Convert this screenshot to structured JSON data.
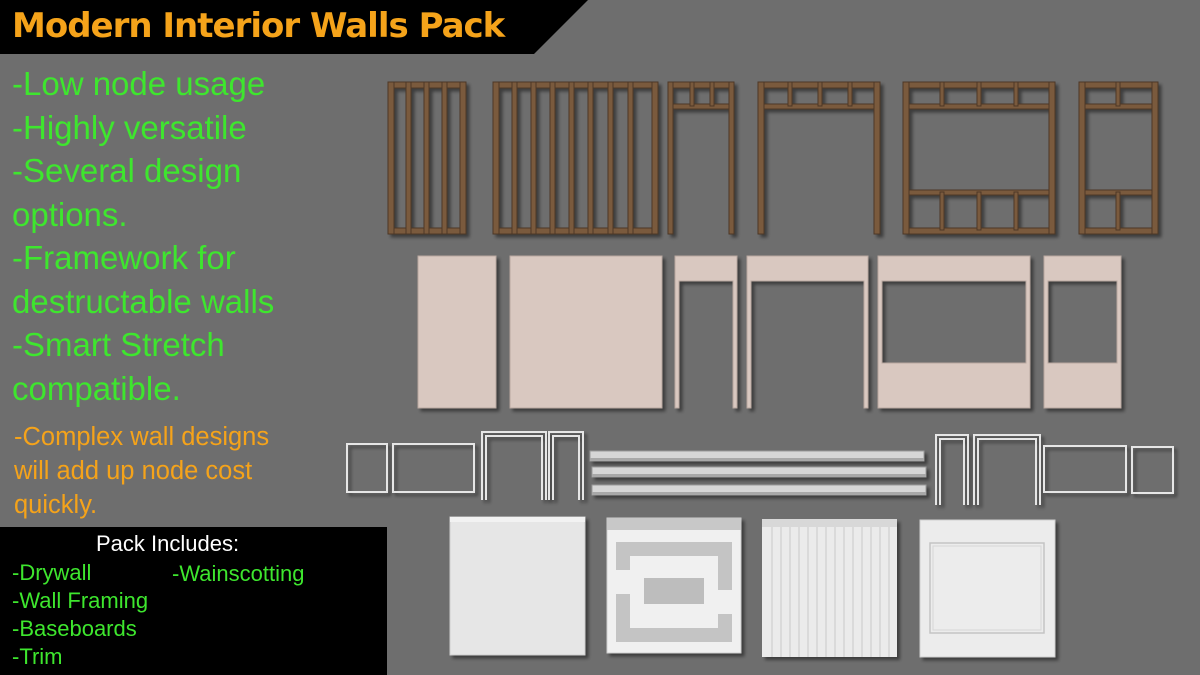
{
  "title": "Modern Interior Walls Pack",
  "features": [
    "-Low node usage",
    "-Highly versatile",
    "-Several design",
    "options.",
    "-Framework for",
    "destructable walls",
    "-Smart Stretch",
    "compatible."
  ],
  "warning": [
    "-Complex wall designs",
    "will add up node cost",
    "quickly."
  ],
  "includes": {
    "title": "Pack Includes:",
    "items": [
      "-Drywall",
      "-Wainscotting",
      "-Wall Framing",
      "-Baseboards",
      "-Trim"
    ]
  },
  "colors": {
    "background": "#6e6e6e",
    "title": "#f5a31a",
    "feature_text": "#3ee62e",
    "warning_text": "#f5a31a",
    "framing": "#7a5a3c",
    "drywall": "#d9c8c0",
    "trim": "#e6e6e6",
    "includes_panel": "#000000"
  }
}
